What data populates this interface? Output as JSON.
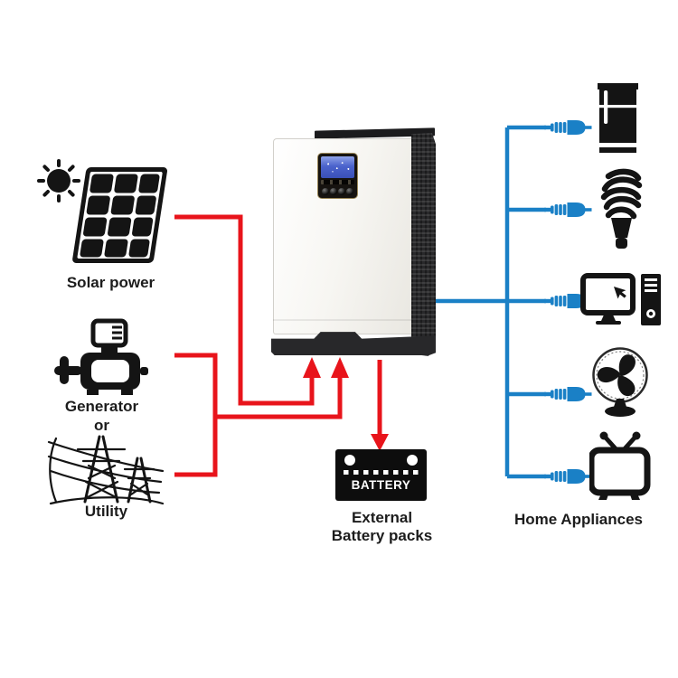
{
  "labels": {
    "solar": "Solar power",
    "generator": "Generator",
    "or": "or",
    "utility": "Utility",
    "battery_badge": "BATTERY",
    "battery_caption_line1": "External",
    "battery_caption_line2": "Battery packs",
    "appliances": "Home Appliances"
  },
  "colors": {
    "source_line_red": "#e8141b",
    "load_line_blue": "#1a80c6",
    "icon_black": "#141414",
    "lcd_blue": "#4b63cc"
  },
  "icons": {
    "sun": "sun-icon",
    "solar_panel": "solar-panel-icon",
    "generator": "generator-icon",
    "utility_tower": "utility-tower-icon",
    "inverter": "inverter-unit",
    "battery": "battery-icon",
    "plug": "plug-icon",
    "refrigerator": "refrigerator-icon",
    "cfl_bulb": "cfl-bulb-icon",
    "computer": "desktop-computer-icon",
    "fan": "fan-icon",
    "tv": "tv-icon"
  }
}
